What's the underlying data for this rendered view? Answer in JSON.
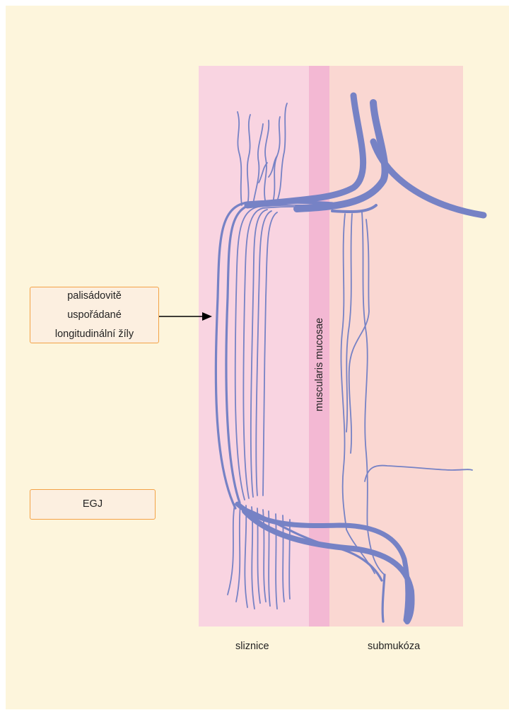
{
  "labels": {
    "palisade_line1": "palisádovitě",
    "palisade_line2": "uspořádané",
    "palisade_line3": "longitudinální žíly",
    "egj": "EGJ",
    "muscularis": "muscularis mucosae",
    "mucosa": "sliznice",
    "submucosa": "submukóza"
  },
  "colors": {
    "background": "#fdf5dc",
    "mucosa_zone": "#f9d4e1",
    "muscularis_zone": "#f3b8d3",
    "submucosa_zone": "#fad7d2",
    "vein": "#7682c5",
    "box_border": "#f3a246",
    "box_fill": "#fcefe0"
  }
}
